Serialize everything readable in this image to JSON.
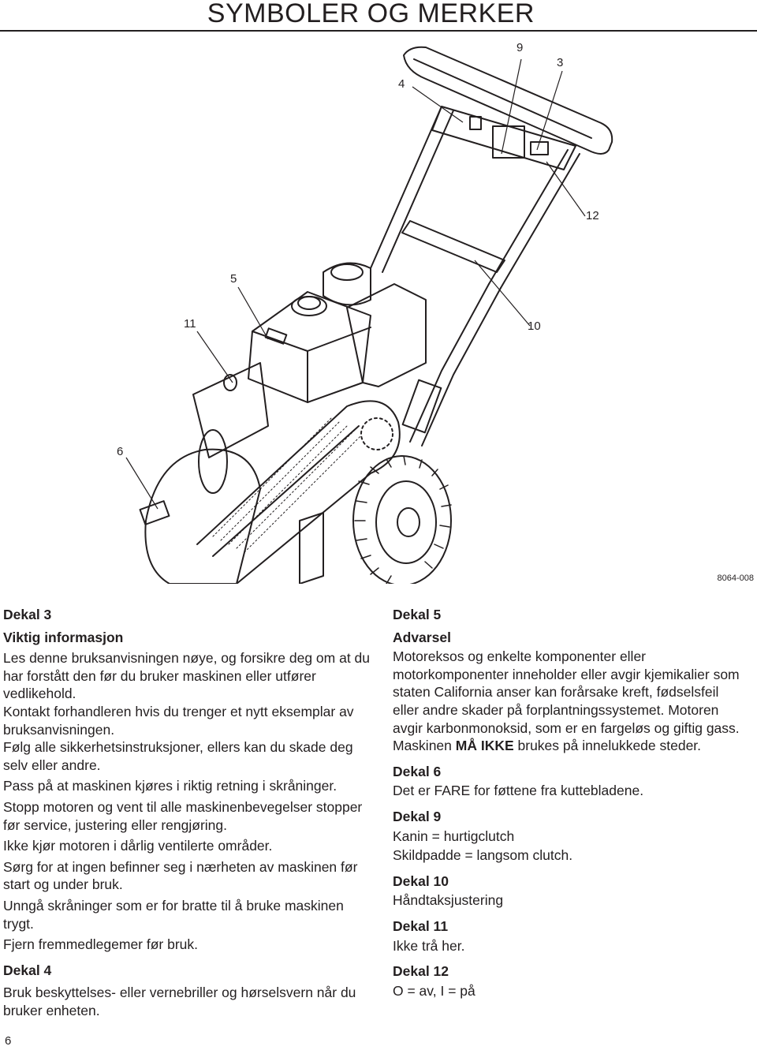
{
  "header": {
    "title": "SYMBOLER OG MERKER"
  },
  "figure": {
    "callouts": [
      "9",
      "3",
      "4",
      "12",
      "5",
      "10",
      "11",
      "6"
    ],
    "ref": "8064-008"
  },
  "left": {
    "dekal3_head": "Dekal 3",
    "dekal3_sub": "Viktig informasjon",
    "items": [
      "Les denne bruksanvisningen nøye, og forsikre deg om at du har forstått den før du bruker maskinen eller utfører vedlikehold.",
      "Kontakt forhandleren hvis du trenger et nytt eksemplar av bruksanvisningen.",
      "Følg alle sikkerhetsinstruksjoner, ellers kan du skade deg selv eller andre.",
      "Pass på at maskinen kjøres i riktig retning i skråninger.",
      "Stopp motoren og vent til alle maskinenbevegelser stopper før service, justering eller rengjøring.",
      "Ikke kjør motoren i dårlig ventilerte områder.",
      "Sørg for at ingen befinner seg i nærheten av maskinen før start og under bruk.",
      "Unngå skråninger som er for bratte til å bruke maskinen trygt.",
      "Fjern fremmedlegemer før bruk."
    ],
    "dekal4_head": "Dekal 4",
    "dekal4_text": "Bruk beskyttelses- eller vernebriller og hørselsvern når du bruker enheten."
  },
  "right": {
    "dekal5_head": "Dekal 5",
    "dekal5_sub": "Advarsel",
    "dekal5_text_a": "Motoreksos og enkelte komponenter eller motorkomponenter inneholder eller avgir kjemikalier som staten California anser kan forårsake kreft, fødselsfeil eller andre skader på forplantningssystemet. Motoren avgir karbonmonoksid, som er en fargeløs og giftig gass. Maskinen ",
    "dekal5_text_bold": "MÅ IKKE",
    "dekal5_text_b": " brukes på innelukkede steder.",
    "dekal6_head": "Dekal 6",
    "dekal6_text": "Det er FARE for føttene fra kuttebladene.",
    "dekal9_head": "Dekal 9",
    "dekal9_line1": "Kanin = hurtigclutch",
    "dekal9_line2": "Skildpadde = langsom clutch.",
    "dekal10_head": "Dekal 10",
    "dekal10_text": "Håndtaksjustering",
    "dekal11_head": "Dekal 11",
    "dekal11_text": "Ikke trå her.",
    "dekal12_head": "Dekal 12",
    "dekal12_text": "O = av, I = på"
  },
  "footer": {
    "page_number": "6"
  }
}
